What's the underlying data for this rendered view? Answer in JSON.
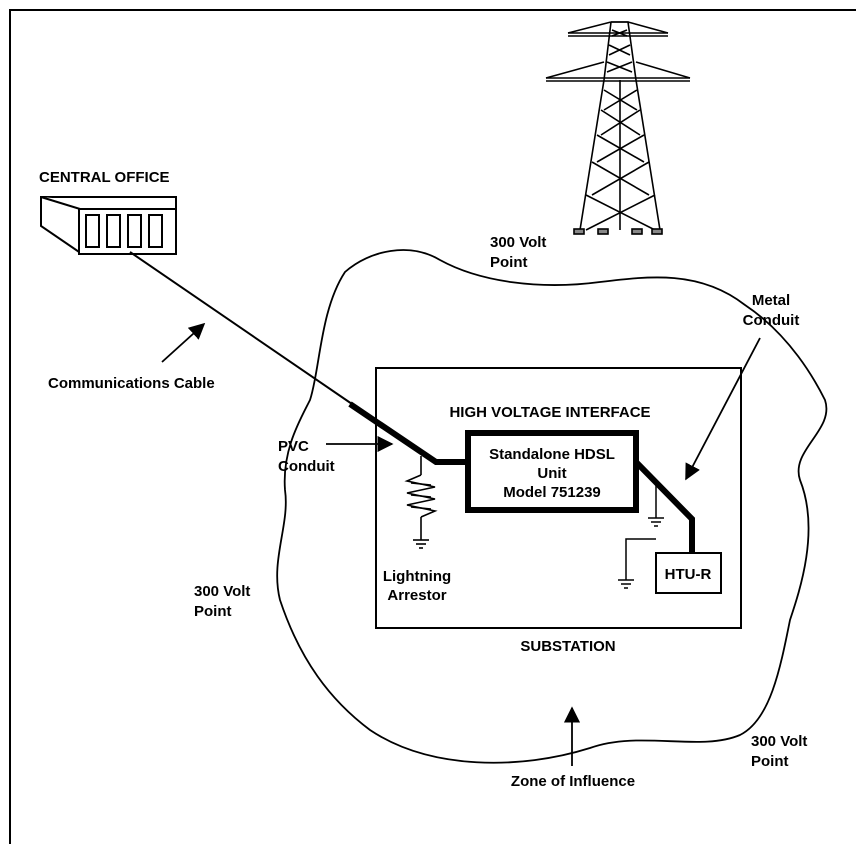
{
  "labels": {
    "central_office": "CENTRAL OFFICE",
    "communications_cable": "Communications Cable",
    "volt_point_top": [
      "300 Volt",
      "Point"
    ],
    "metal_conduit": [
      "Metal",
      "Conduit"
    ],
    "high_voltage_interface": "HIGH VOLTAGE INTERFACE",
    "pvc_conduit": [
      "PVC",
      "Conduit"
    ],
    "hdsl_unit": [
      "Standalone HDSL",
      "Unit",
      "Model 751239"
    ],
    "lightning_arrestor": [
      "Lightning",
      "Arrestor"
    ],
    "htu_r": "HTU-R",
    "volt_point_left": [
      "300 Volt",
      "Point"
    ],
    "substation": "SUBSTATION",
    "volt_point_right": [
      "300 Volt",
      "Point"
    ],
    "zone_of_influence": "Zone of Influence"
  },
  "icons": [
    "power-transmission-tower-icon",
    "central-office-equipment-icon",
    "ground-symbol-icon",
    "lightning-arrestor-icon"
  ],
  "colors": {
    "stroke": "#000000",
    "background": "#ffffff"
  }
}
